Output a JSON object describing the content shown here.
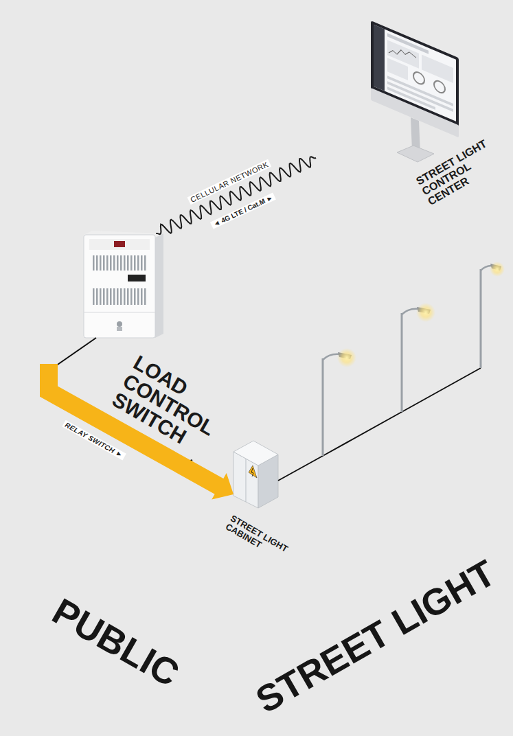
{
  "diagram": {
    "nodes": [
      {
        "text": [
          "STREET LIGHT CONTROL CENTER"
        ]
      },
      {
        "text": [
          "LOAD CONTROL SWITCH"
        ]
      },
      {
        "text": [
          "STREET LIGHT CABINET"
        ]
      }
    ],
    "edges": [
      {
        "from": 1,
        "to": 0,
        "arrow": "none",
        "label": "CELLULAR NETWORK"
      },
      {
        "from": 1,
        "to": 2,
        "arrow": "to",
        "label": "RELAY SWITCH ►"
      }
    ],
    "labels": [
      "◄ 4G LTE / Cat.M ►",
      "PUBLIC",
      "STREET LIGHT"
    ]
  }
}
